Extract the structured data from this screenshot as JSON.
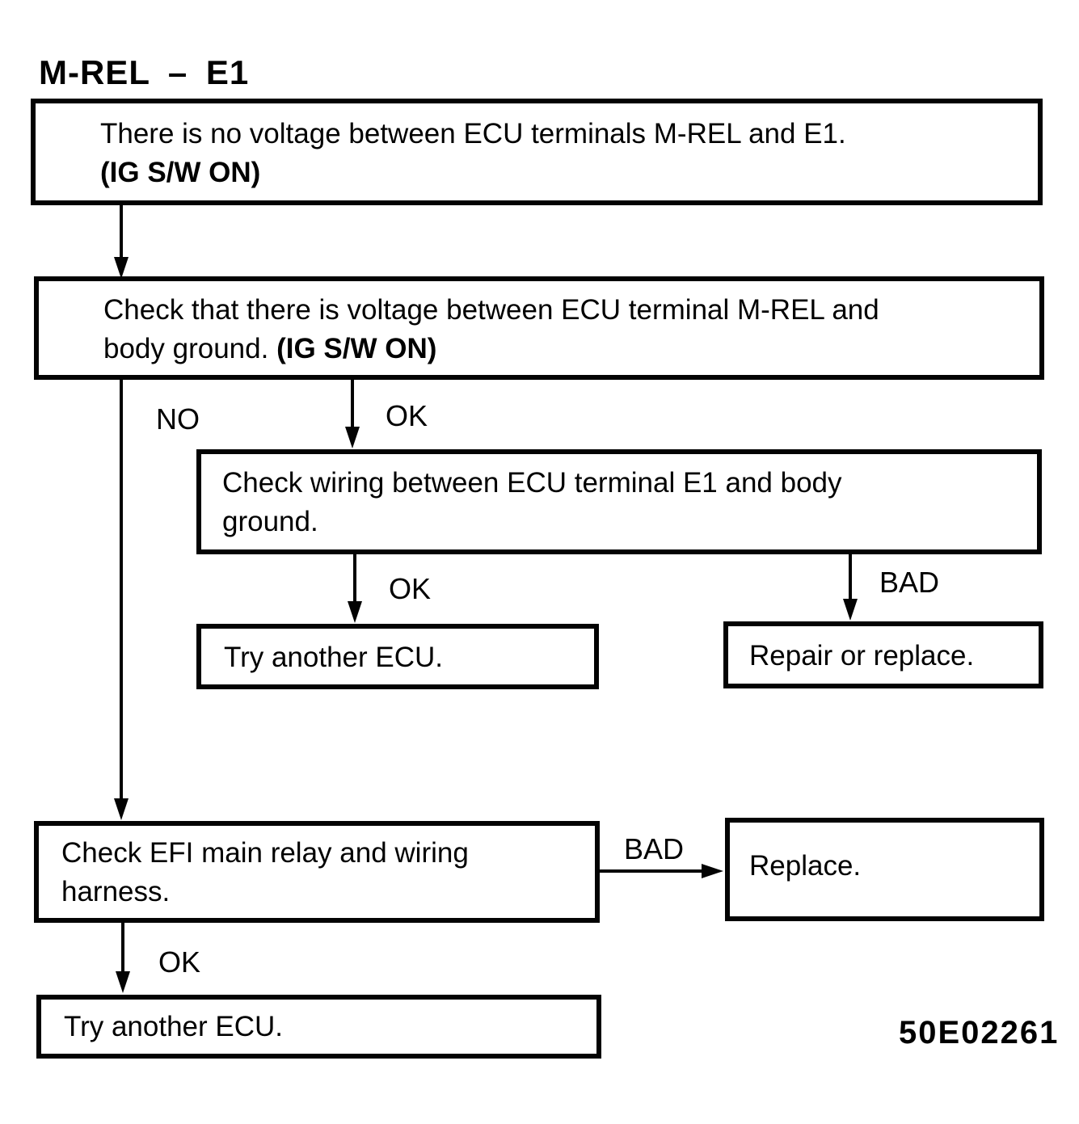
{
  "flowchart": {
    "title": "M-REL – E1",
    "boxes": {
      "no_voltage": {
        "line1": "There is no voltage between ECU terminals M-REL and E1.",
        "line2_bold": "(IG S/W ON)"
      },
      "check_voltage": {
        "line1": "Check that there is voltage between ECU terminal M-REL and",
        "line2": "body ground.",
        "line2_bold": "(IG S/W ON)"
      },
      "check_wiring": {
        "line1": "Check wiring between ECU terminal E1 and body",
        "line2": "ground."
      },
      "try_another_ecu_1": {
        "line1": "Try another ECU."
      },
      "repair_or_replace": {
        "line1": "Repair or replace."
      },
      "check_efi_relay": {
        "line1": "Check EFI main relay and wiring",
        "line2": "harness."
      },
      "replace": {
        "line1": "Replace."
      },
      "try_another_ecu_2": {
        "line1": "Try another ECU."
      }
    },
    "edges": {
      "no": {
        "label": "NO"
      },
      "ok_to_wiring": {
        "label": "OK"
      },
      "ok_to_ecu1": {
        "label": "OK"
      },
      "bad_to_repair": {
        "label": "BAD"
      },
      "bad_to_replace": {
        "label": "BAD"
      },
      "ok_to_ecu2": {
        "label": "OK"
      }
    },
    "footer": {
      "code": "50E02261"
    },
    "colors": {
      "ink": "#030303",
      "paper": "#ffffff"
    }
  }
}
